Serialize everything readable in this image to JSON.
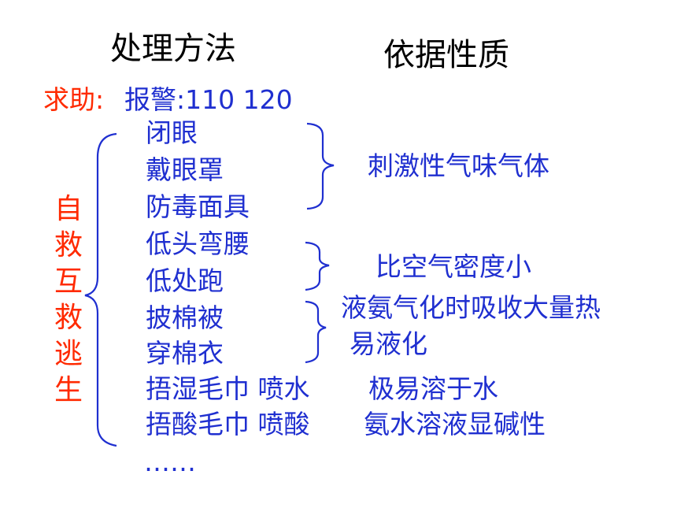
{
  "header": {
    "method_title": "处理方法",
    "basis_title": "依据性质"
  },
  "help": {
    "label": "求助:",
    "text": "报警:110  120"
  },
  "side_label": [
    "自",
    "救",
    "互",
    "救",
    "逃",
    "生"
  ],
  "methods": {
    "m1": "闭眼",
    "m2": "戴眼罩",
    "m3": "防毒面具",
    "m4": "低头弯腰",
    "m5": "低处跑",
    "m6": "披棉被",
    "m7": "穿棉衣",
    "m8": "捂湿毛巾  喷水",
    "m9": "捂酸毛巾  喷酸",
    "m10": "……"
  },
  "properties": {
    "p1": "刺激性气味气体",
    "p2": "比空气密度小",
    "p3": "液氨气化时吸收大量热",
    "p4": "易液化",
    "p5": "极易溶于水",
    "p6": "氨水溶液显碱性"
  },
  "colors": {
    "blue": "#1f2fd0",
    "red": "#ff2a00",
    "black": "#000000"
  }
}
